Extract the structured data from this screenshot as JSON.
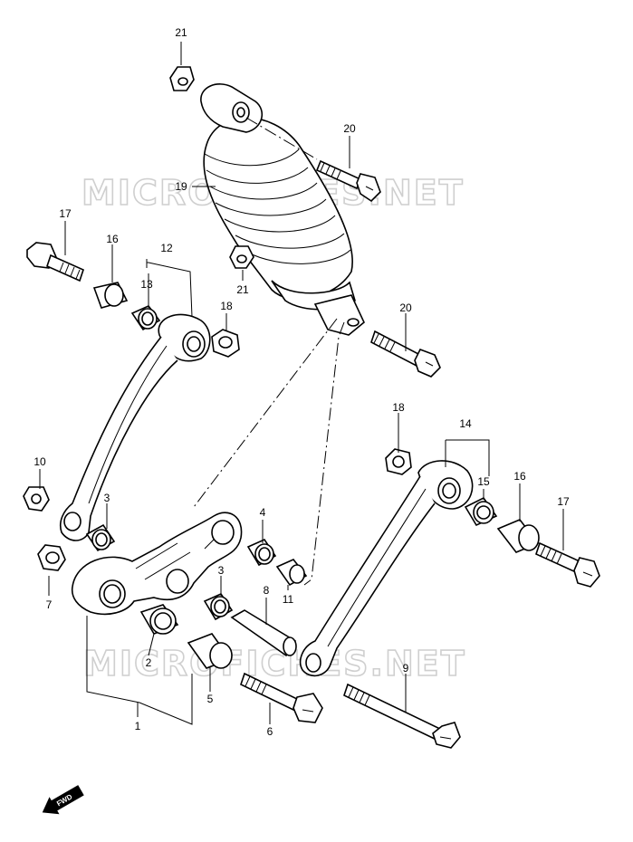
{
  "watermark": {
    "text_top": "MICROFICHES.NET",
    "text_bottom": "MICROFICHES.NET"
  },
  "fwd_arrow": {
    "label": "FWD"
  },
  "callouts": {
    "c1": "1",
    "c2": "2",
    "c3a": "3",
    "c3b": "3",
    "c4": "4",
    "c5": "5",
    "c6": "6",
    "c7": "7",
    "c8": "8",
    "c9": "9",
    "c10": "10",
    "c11": "11",
    "c12": "12",
    "c13": "13",
    "c14": "14",
    "c15": "15",
    "c16a": "16",
    "c16b": "16",
    "c17a": "17",
    "c17b": "17",
    "c18a": "18",
    "c18b": "18",
    "c19": "19",
    "c20a": "20",
    "c20b": "20",
    "c21a": "21",
    "c21b": "21"
  }
}
